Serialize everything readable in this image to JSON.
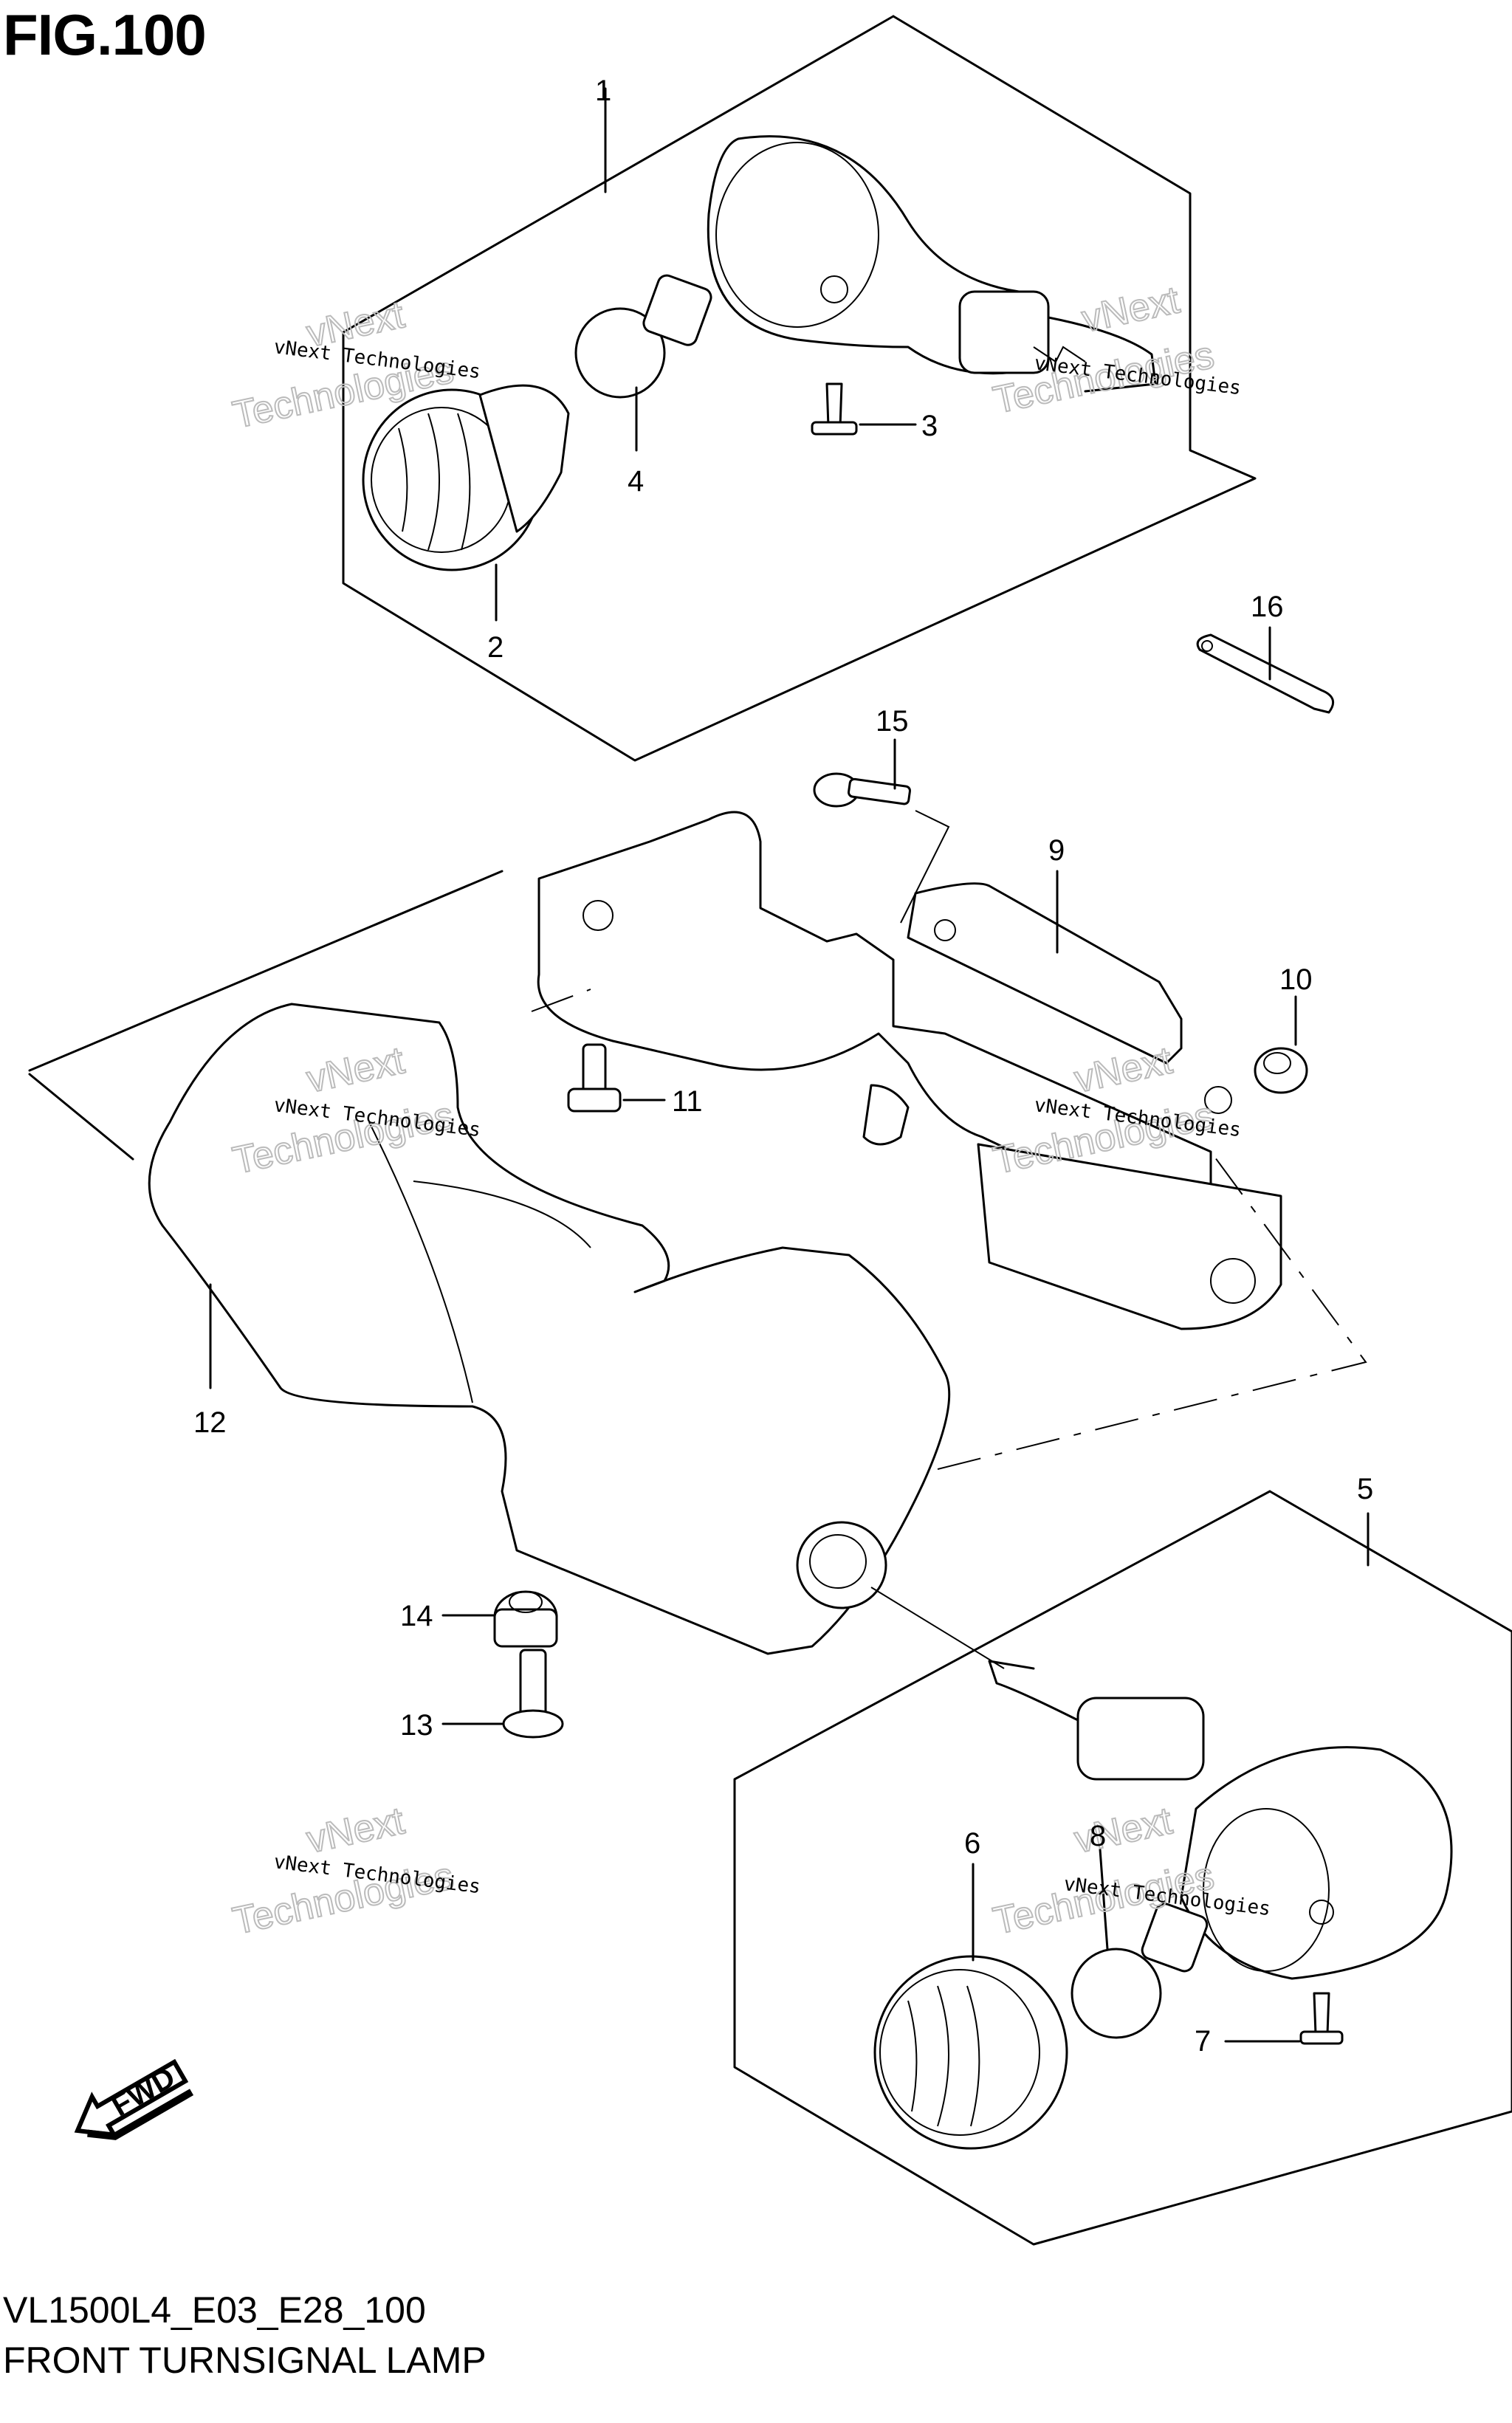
{
  "figure": {
    "title": "FIG.100",
    "model_code": "VL1500L4_E03_E28_100",
    "caption": "FRONT TURNSIGNAL LAMP"
  },
  "callouts": [
    "1",
    "2",
    "3",
    "4",
    "16",
    "15",
    "9",
    "10",
    "11",
    "12",
    "5",
    "14",
    "13",
    "6",
    "8",
    "7"
  ],
  "watermark": {
    "line1": "vNext Technologies",
    "line2": "vNext",
    "line3": "Technologies"
  },
  "fwd_badge": "FWD",
  "colors": {
    "ink": "#000000",
    "paper": "#ffffff",
    "watermark": "#bbbbbb"
  }
}
